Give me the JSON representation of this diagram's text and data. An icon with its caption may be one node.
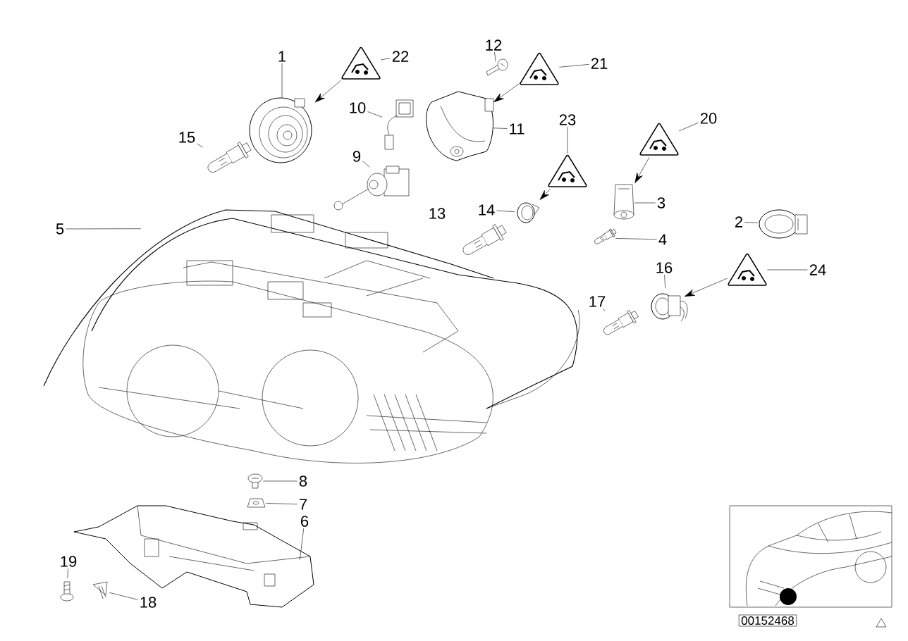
{
  "diagram": {
    "nodes": [
      {
        "text": [
          "1"
        ]
      },
      {
        "text": [],
        "shape": "picture"
      },
      {
        "text": [
          "22"
        ]
      },
      {
        "text": [],
        "shape": "triangle"
      },
      {
        "text": [
          "12"
        ]
      },
      {
        "text": [],
        "shape": "picture"
      },
      {
        "text": [
          "21"
        ]
      },
      {
        "text": [],
        "shape": "triangle"
      },
      {
        "text": [
          "10"
        ]
      },
      {
        "text": [],
        "shape": "picture"
      },
      {
        "text": [
          "11"
        ]
      },
      {
        "text": [],
        "shape": "picture"
      },
      {
        "text": [
          "23"
        ]
      },
      {
        "text": [],
        "shape": "triangle"
      },
      {
        "text": [
          "20"
        ]
      },
      {
        "text": [],
        "shape": "triangle"
      },
      {
        "text": [
          "15"
        ]
      },
      {
        "text": [],
        "shape": "picture"
      },
      {
        "text": [
          "9"
        ]
      },
      {
        "text": [],
        "shape": "picture"
      },
      {
        "text": [
          "14"
        ]
      },
      {
        "text": [],
        "shape": "picture"
      },
      {
        "text": [
          "3"
        ]
      },
      {
        "text": [],
        "shape": "picture"
      },
      {
        "text": [
          "2"
        ]
      },
      {
        "text": [],
        "shape": "picture"
      },
      {
        "text": [
          "4"
        ]
      },
      {
        "text": [],
        "shape": "picture"
      },
      {
        "text": [
          "5"
        ]
      },
      {
        "text": [],
        "shape": "picture"
      },
      {
        "text": [
          "24"
        ]
      },
      {
        "text": [],
        "shape": "triangle"
      },
      {
        "text": [
          "16"
        ]
      },
      {
        "text": [],
        "shape": "picture"
      },
      {
        "text": [
          "17"
        ]
      },
      {
        "text": [],
        "shape": "picture"
      },
      {
        "text": [
          "8"
        ]
      },
      {
        "text": [],
        "shape": "picture"
      },
      {
        "text": [
          "7"
        ]
      },
      {
        "text": [],
        "shape": "picture"
      },
      {
        "text": [
          "6"
        ]
      },
      {
        "text": [],
        "shape": "picture"
      },
      {
        "text": [
          "19"
        ]
      },
      {
        "text": [],
        "shape": "picture"
      },
      {
        "text": [
          "18"
        ]
      },
      {
        "text": [],
        "shape": "picture"
      }
    ],
    "edges": [
      {
        "from": 0,
        "to": 1,
        "arrow": "none"
      },
      {
        "from": 2,
        "to": 3,
        "arrow": "none"
      },
      {
        "from": 4,
        "to": 5,
        "arrow": "none"
      },
      {
        "from": 6,
        "to": 7,
        "arrow": "none"
      },
      {
        "from": 8,
        "to": 9,
        "arrow": "none"
      },
      {
        "from": 10,
        "to": 11,
        "arrow": "none"
      },
      {
        "from": 12,
        "to": 13,
        "arrow": "none"
      },
      {
        "from": 14,
        "to": 15,
        "arrow": "none"
      },
      {
        "from": 16,
        "to": 17,
        "arrow": "none"
      },
      {
        "from": 18,
        "to": 19,
        "arrow": "none"
      },
      {
        "from": 20,
        "to": 21,
        "arrow": "none"
      },
      {
        "from": 22,
        "to": 23,
        "arrow": "none"
      },
      {
        "from": 24,
        "to": 25,
        "arrow": "none"
      },
      {
        "from": 26,
        "to": 27,
        "arrow": "none"
      },
      {
        "from": 28,
        "to": 29,
        "arrow": "none"
      },
      {
        "from": 30,
        "to": 31,
        "arrow": "none"
      },
      {
        "from": 32,
        "to": 33,
        "arrow": "none"
      },
      {
        "from": 34,
        "to": 35,
        "arrow": "none"
      },
      {
        "from": 36,
        "to": 37,
        "arrow": "none"
      },
      {
        "from": 38,
        "to": 39,
        "arrow": "none"
      },
      {
        "from": 40,
        "to": 41,
        "arrow": "none"
      },
      {
        "from": 42,
        "to": 43,
        "arrow": "none"
      },
      {
        "from": 44,
        "to": 45,
        "arrow": "none"
      },
      {
        "from": 3,
        "to": 1,
        "arrow": "to"
      },
      {
        "from": 7,
        "to": 11,
        "arrow": "to"
      },
      {
        "from": 13,
        "to": 21,
        "arrow": "to"
      },
      {
        "from": 15,
        "to": 23,
        "arrow": "to"
      },
      {
        "from": 31,
        "to": 33,
        "arrow": "to"
      }
    ],
    "labels": [
      "13",
      "00152468"
    ]
  }
}
